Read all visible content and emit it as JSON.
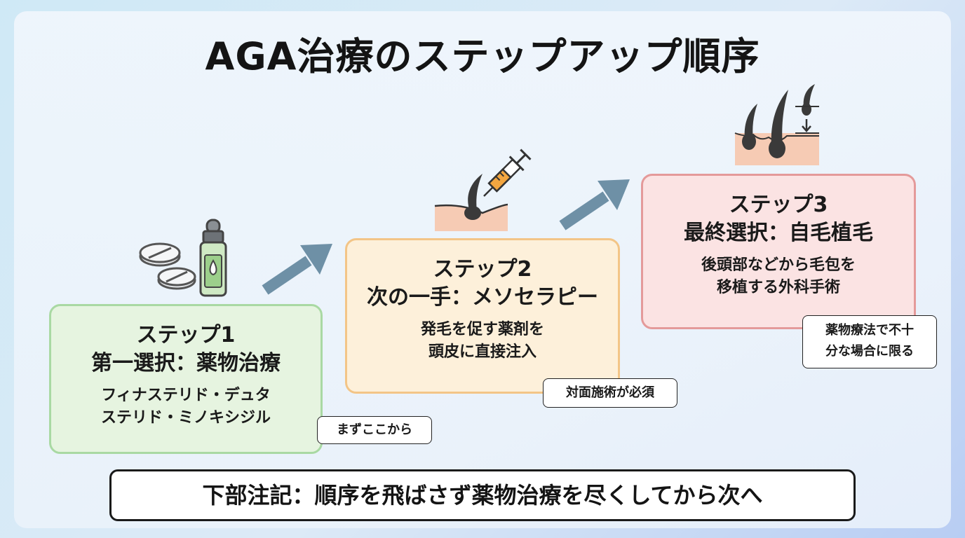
{
  "title": "AGA治療のステップアップ順序",
  "steps": [
    {
      "label": "ステップ1",
      "heading": "第一選択：薬物治療",
      "body_lines": [
        "フィナステリド・デュタ",
        "ステリド・ミノキシジル"
      ],
      "note_lines": [
        "まずここから"
      ],
      "icon": "pills-and-dropper-bottle-icon",
      "color": "#a9d9a3"
    },
    {
      "label": "ステップ2",
      "heading": "次の一手：メソセラピー",
      "body_lines": [
        "発毛を促す薬剤を",
        "頭皮に直接注入"
      ],
      "note_lines": [
        "対面施術が必須"
      ],
      "icon": "syringe-scalp-injection-icon",
      "color": "#f3c587"
    },
    {
      "label": "ステップ3",
      "heading": "最終選択：自毛植毛",
      "body_lines": [
        "後頭部などから毛包を",
        "移植する外科手術"
      ],
      "note_lines": [
        "薬物療法で不十",
        "分な場合に限る"
      ],
      "icon": "hair-follicle-transplant-icon",
      "color": "#e49a9a"
    }
  ],
  "footer": "下部注記：順序を飛ばさず薬物治療を尽くしてから次へ",
  "arrow_color": "#6e90a6"
}
